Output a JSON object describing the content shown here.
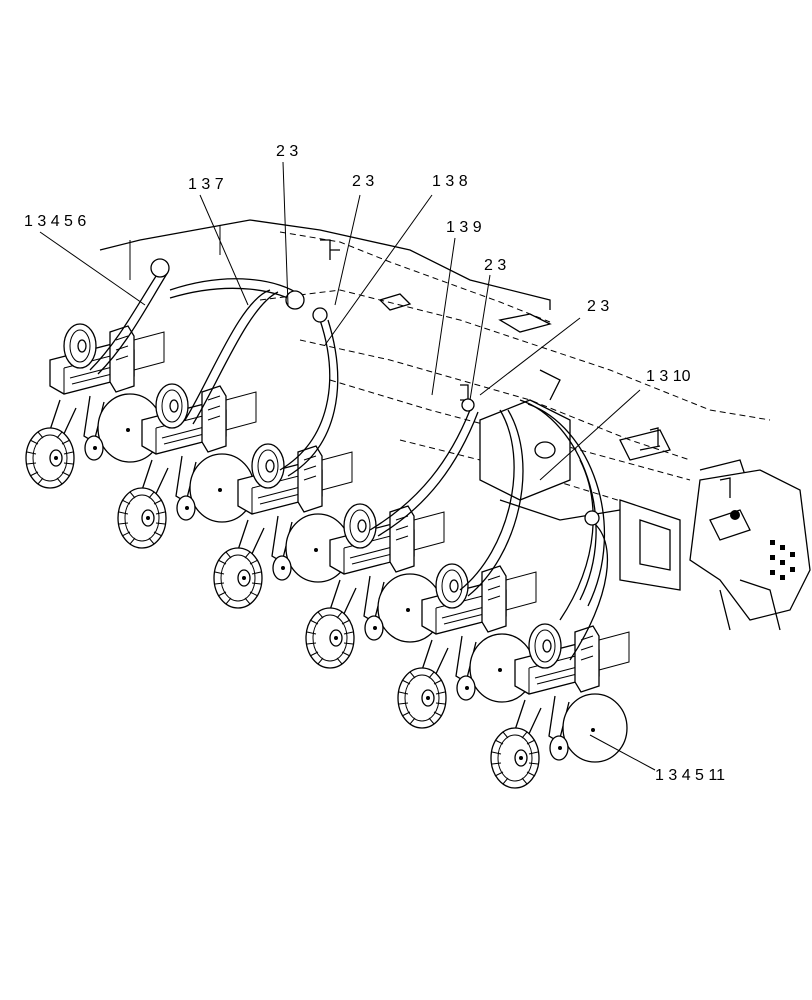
{
  "callouts": [
    {
      "id": "c1",
      "label": "2   3"
    },
    {
      "id": "c2",
      "label": "1   3   7"
    },
    {
      "id": "c3",
      "label": "2   3"
    },
    {
      "id": "c4",
      "label": "1   3   8"
    },
    {
      "id": "c5",
      "label": "1   3   4   5   6"
    },
    {
      "id": "c6",
      "label": "1   3   9"
    },
    {
      "id": "c7",
      "label": "2   3"
    },
    {
      "id": "c8",
      "label": "2   3"
    },
    {
      "id": "c9",
      "label": "1   3   10"
    },
    {
      "id": "c10",
      "label": "1   3   4   5   11"
    }
  ]
}
